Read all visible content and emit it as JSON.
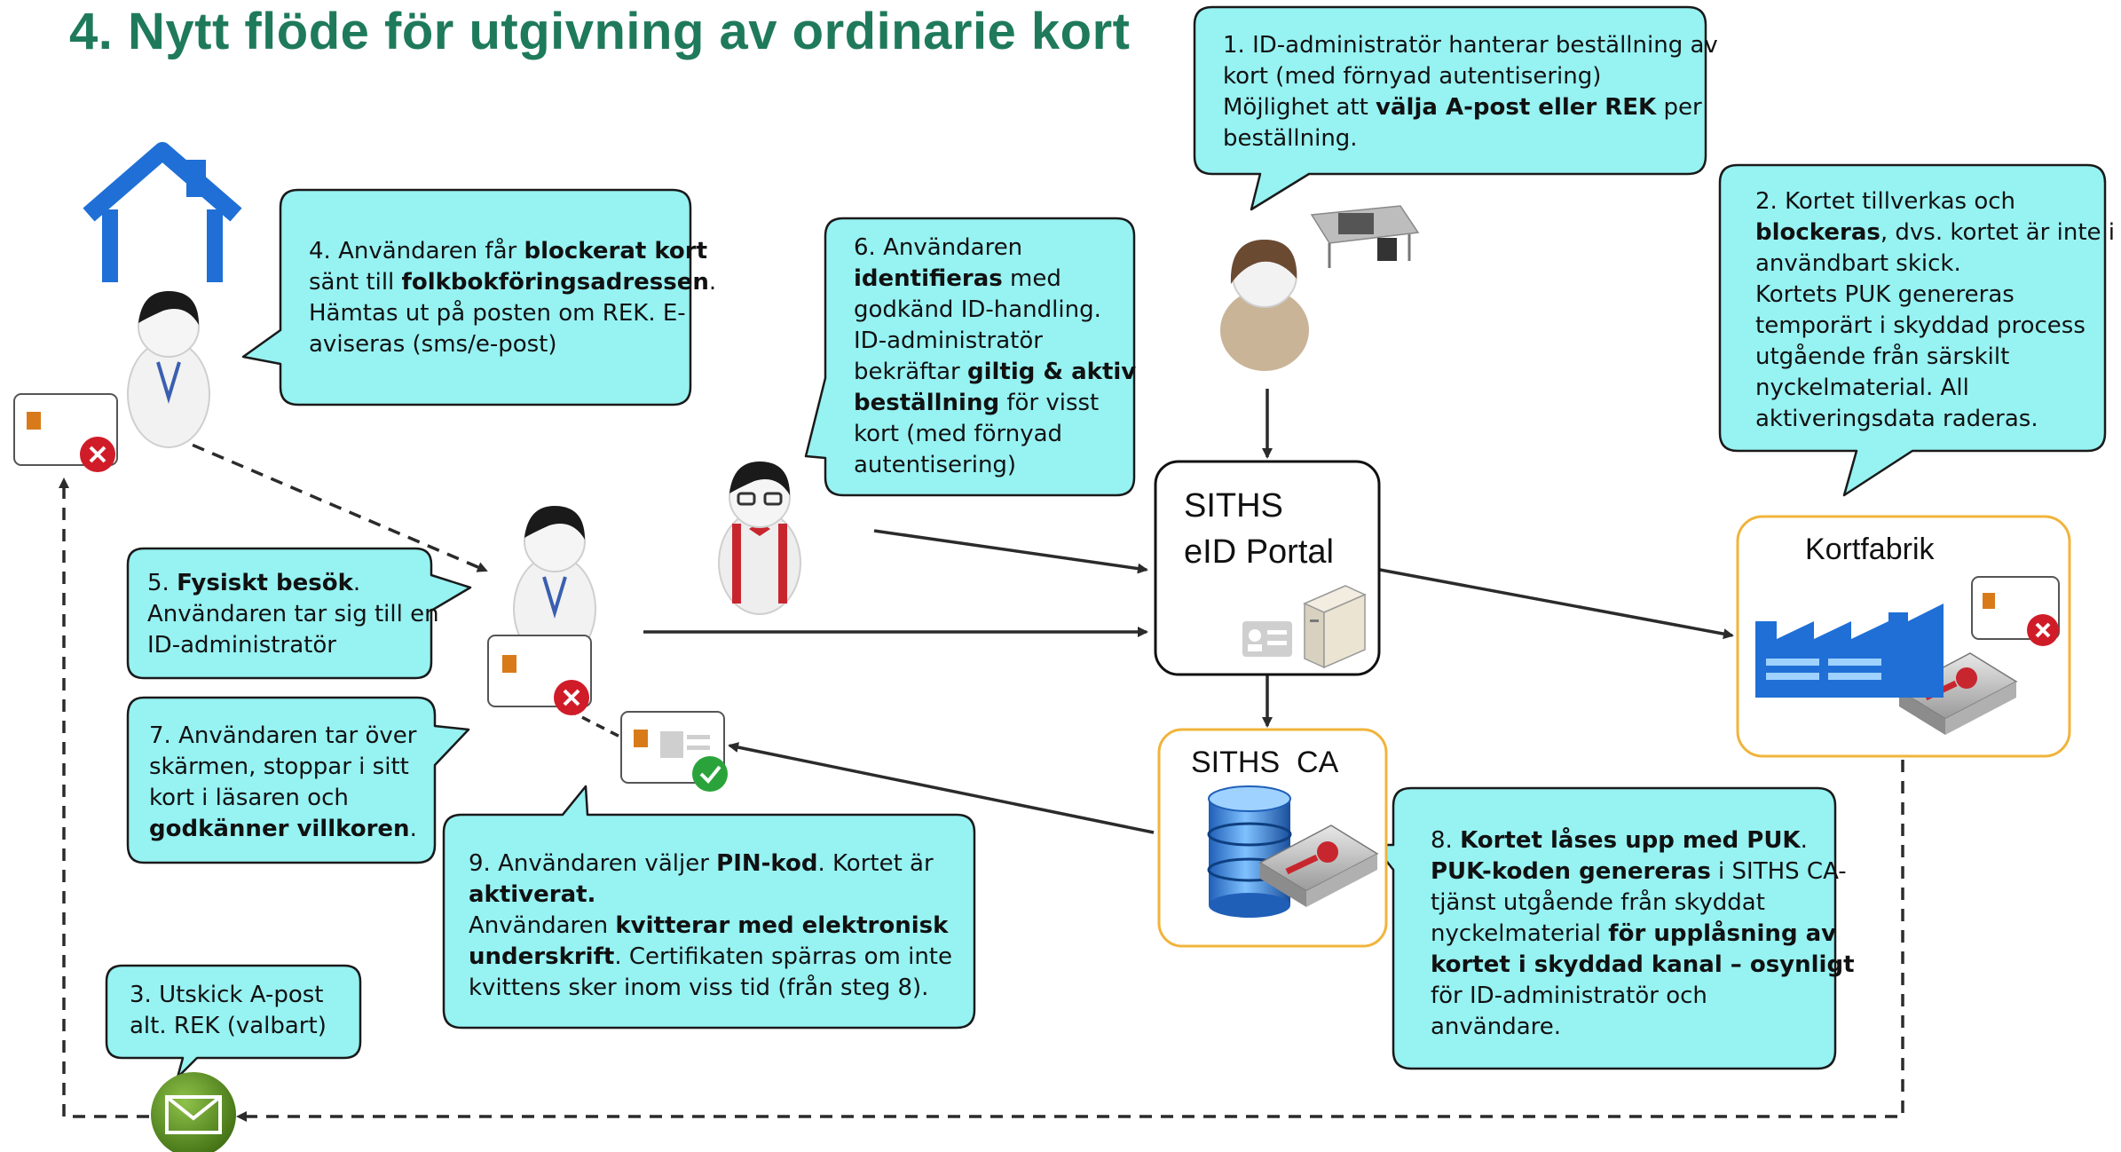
{
  "title": "4. Nytt flöde för utgivning av ordinarie kort",
  "nodes": {
    "portal_line1": "SITHS",
    "portal_line2": "eID Portal",
    "ca": "SITHS  CA",
    "factory": "Kortfabrik"
  },
  "callouts": {
    "c1": {
      "l1": "1. ID-administratör hanterar beställning av",
      "l2": "kort (med förnyad autentisering)",
      "l3a": "Möjlighet att ",
      "l3b": "välja A-post eller REK",
      "l3c": " per",
      "l4": "beställning."
    },
    "c2": {
      "l1": "2. Kortet tillverkas och",
      "l2a": "blockeras",
      "l2b": ", dvs. kortet är inte i",
      "l3": "användbart skick.",
      "l4": "Kortets PUK genereras",
      "l5": "temporärt i skyddad process",
      "l6": "utgående från särskilt",
      "l7": "nyckelmaterial. All",
      "l8": "aktiveringsdata raderas."
    },
    "c3": {
      "l1": "3. Utskick A-post",
      "l2": "alt. REK (valbart)"
    },
    "c4": {
      "l1a": "4. Användaren får ",
      "l1b": "blockerat kort",
      "l2a": "sänt till ",
      "l2b": "folkbokföringsadressen",
      "l2c": ".",
      "l3": "Hämtas ut på posten om REK. E-",
      "l4": "aviseras (sms/e-post)"
    },
    "c5": {
      "l1a": "5. ",
      "l1b": "Fysiskt besök",
      "l1c": ".",
      "l2": "Användaren tar sig till en",
      "l3": "ID-administratör"
    },
    "c6": {
      "l1": "6. Användaren",
      "l2a": "identifieras",
      "l2b": " med",
      "l3": "godkänd ID-handling.",
      "l4": "ID-administratör",
      "l5a": "bekräftar ",
      "l5b": "giltig & aktiv",
      "l6a": "beställning",
      "l6b": " för visst",
      "l7": "kort (med förnyad",
      "l8": "autentisering)"
    },
    "c7": {
      "l1": "7. Användaren tar över",
      "l2": "skärmen, stoppar i sitt",
      "l3": "kort i läsaren och",
      "l4a": "godkänner villkoren",
      "l4b": "."
    },
    "c8": {
      "l1a": "8. ",
      "l1b": "Kortet låses upp med PUK",
      "l1c": ".",
      "l2a": "PUK-koden genereras",
      "l2b": " i SITHS CA-",
      "l3": "tjänst utgående från skyddat",
      "l4a": "nyckelmaterial ",
      "l4b": "för upplåsning av",
      "l5": "kortet i skyddad kanal – osynligt",
      "l6": "för ID-administratör och",
      "l7": "användare."
    },
    "c9": {
      "l1a": "9. Användaren väljer ",
      "l1b": "PIN-kod",
      "l1c": ". Kortet är",
      "l2": "aktiverat.",
      "l3a": "Användaren ",
      "l3b": "kvitterar med elektronisk",
      "l4a": "underskrift",
      "l4b": ". Certifikaten spärras om inte",
      "l5": "kvittens sker inom viss tid (från steg 8)."
    }
  },
  "colors": {
    "title": "#1f7a5c",
    "callout_fill": "#97f2f2",
    "callout_stroke": "#1a1a1a",
    "node_border": "#f0b43c",
    "arrow": "#2b2b2b",
    "house": "#1f6fd6",
    "card_chip": "#d97a1a",
    "blocked_badge": "#d01c28",
    "ok_badge": "#2aa43a",
    "mail": "#5a8a1e"
  },
  "icons": [
    "house-icon",
    "user-icon",
    "admin-icon",
    "id-admin-icon",
    "card-blocked-icon",
    "card-active-icon",
    "server-icon",
    "database-icon",
    "key-device-icon",
    "factory-icon",
    "envelope-icon"
  ]
}
